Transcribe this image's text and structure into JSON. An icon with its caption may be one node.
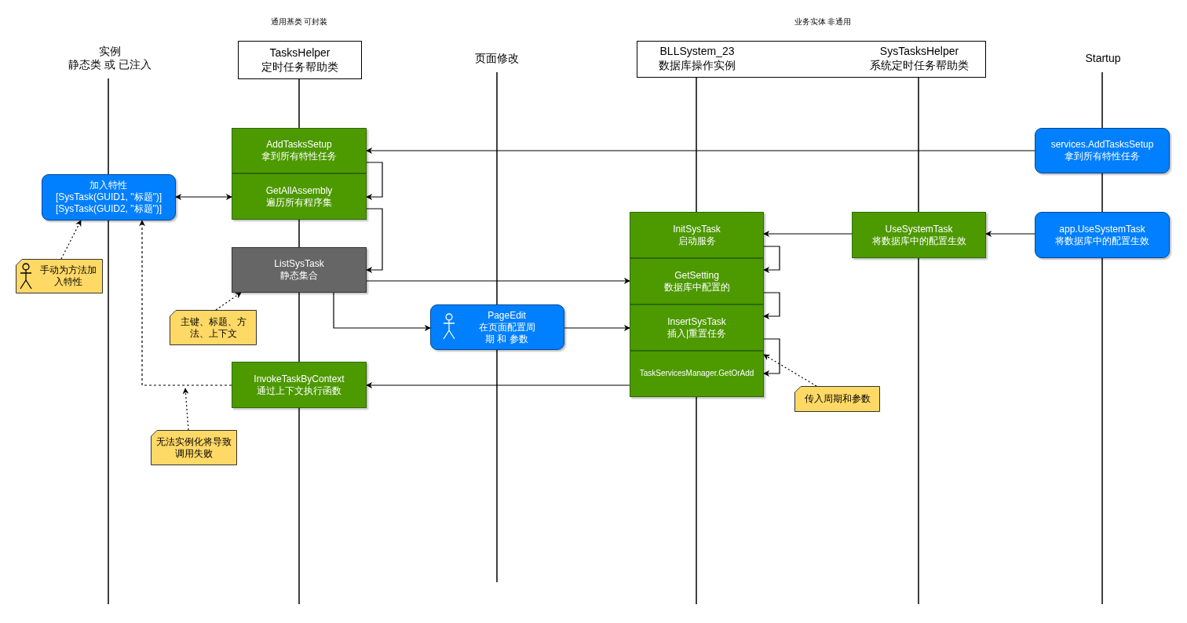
{
  "diagram": {
    "nodes": [
      {
        "text": [
          "实例静态类 或 已注入"
        ]
      },
      {
        "text": [
          "TasksHelper 定时任务帮助类"
        ],
        "beside": [
          "通用基类 可封装"
        ]
      },
      {
        "text": [
          "页面修改"
        ]
      },
      {
        "text": [
          "BLLSystem_23 数据库操作实例",
          "SysTasksHelper 系统定时任务帮助类"
        ],
        "beside": [
          "业务实体 非通用"
        ]
      },
      {
        "text": [
          "Startup"
        ]
      },
      {
        "text": [
          "AddTasksSetup 拿到所有特性任务"
        ]
      },
      {
        "text": [
          "services.AddTasksSetup 拿到所有特性任务"
        ]
      },
      {
        "text": [
          "加入特性 [SysTask(GUID1, \"标题\")] [SysTask(GUID2, \"标题\")]"
        ]
      },
      {
        "text": [
          "GetAllAssembly 遍历所有程序集"
        ]
      },
      {
        "text": [
          "InitSysTask 启动服务"
        ]
      },
      {
        "text": [
          "UseSystemTask 将数据库中的配置生效"
        ]
      },
      {
        "text": [
          "app.UseSystemTask 将数据库中的配置生效"
        ]
      },
      {
        "text": [
          "手动为方法加入特性"
        ]
      },
      {
        "text": [
          "ListSysTask 静态集合"
        ]
      },
      {
        "text": [
          "GetSetting 数据库中配置的"
        ]
      },
      {
        "text": [
          "主键、标题、方法、上下文"
        ]
      },
      {
        "text": [
          "PageEdit 在页面配置周期 和 参数"
        ]
      },
      {
        "text": [
          "InsertSysTask 插入|重置任务"
        ]
      },
      {
        "text": [
          "InvokeTaskByContext 通过上下文执行函数"
        ]
      },
      {
        "text": [
          "TaskServicesManager.GetOrAdd"
        ]
      },
      {
        "text": [
          "传入周期和参数"
        ]
      },
      {
        "text": [
          "无法实例化将导致调用失败"
        ]
      }
    ],
    "edges": [
      {
        "from": 6,
        "to": 5,
        "arrow": "to"
      },
      {
        "from": 8,
        "to": 7,
        "arrow": "both"
      },
      {
        "from": 5,
        "to": 8,
        "arrow": "to"
      },
      {
        "from": 8,
        "to": 13,
        "arrow": "to"
      },
      {
        "from": 13,
        "to": 14,
        "arrow": "to"
      },
      {
        "from": 13,
        "to": 16,
        "arrow": "to"
      },
      {
        "from": 16,
        "to": 17,
        "arrow": "to"
      },
      {
        "from": 19,
        "to": 18,
        "arrow": "to"
      },
      {
        "from": 18,
        "to": 7,
        "arrow": "to",
        "style": "dashed"
      },
      {
        "from": 11,
        "to": 10,
        "arrow": "to"
      },
      {
        "from": 10,
        "to": 9,
        "arrow": "to"
      },
      {
        "from": 9,
        "to": 14,
        "arrow": "to"
      },
      {
        "from": 14,
        "to": 17,
        "arrow": "to"
      },
      {
        "from": 17,
        "to": 19,
        "arrow": "to"
      },
      {
        "from": 12,
        "to": 7,
        "arrow": "to",
        "style": "dashed"
      },
      {
        "from": 15,
        "to": 13,
        "arrow": "to",
        "style": "dashed"
      },
      {
        "from": 20,
        "to": 19,
        "arrow": "to",
        "style": "dashed"
      },
      {
        "from": 21,
        "to": null,
        "arrow": "to",
        "style": "dashed"
      }
    ]
  }
}
